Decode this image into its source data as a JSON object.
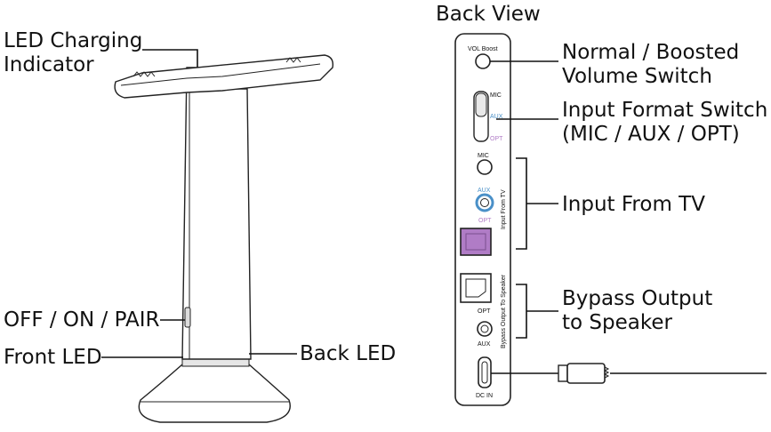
{
  "title": "Back View",
  "left_labels": {
    "led_charging_line1": "LED Charging",
    "led_charging_line2": "Indicator",
    "power_switch": "OFF / ON / PAIR",
    "front_led": "Front LED",
    "back_led": "Back LED"
  },
  "right_labels": {
    "volume_line1": "Normal / Boosted",
    "volume_line2": "Volume Switch",
    "input_format_line1": "Input Format Switch",
    "input_format_line2": "(MIC / AUX / OPT)",
    "input_from_tv": "Input From TV",
    "bypass_line1": "Bypass Output",
    "bypass_line2": "to Speaker"
  },
  "panel_text": {
    "vol_boost": "VOL Boost",
    "switch_mic": "MIC",
    "switch_aux": "AUX",
    "switch_opt": "OPT",
    "jack_mic": "MIC",
    "jack_aux": "AUX",
    "jack_opt": "OPT",
    "input_from_tv_vertical": "Input From TV",
    "out_opt": "OPT",
    "out_aux": "AUX",
    "bypass_vertical": "Bypass Output To Speaker",
    "dc_in": "DC IN"
  },
  "colors": {
    "aux_blue": "#4a90c8",
    "opt_purple": "#b07cc6",
    "line": "#111111"
  }
}
